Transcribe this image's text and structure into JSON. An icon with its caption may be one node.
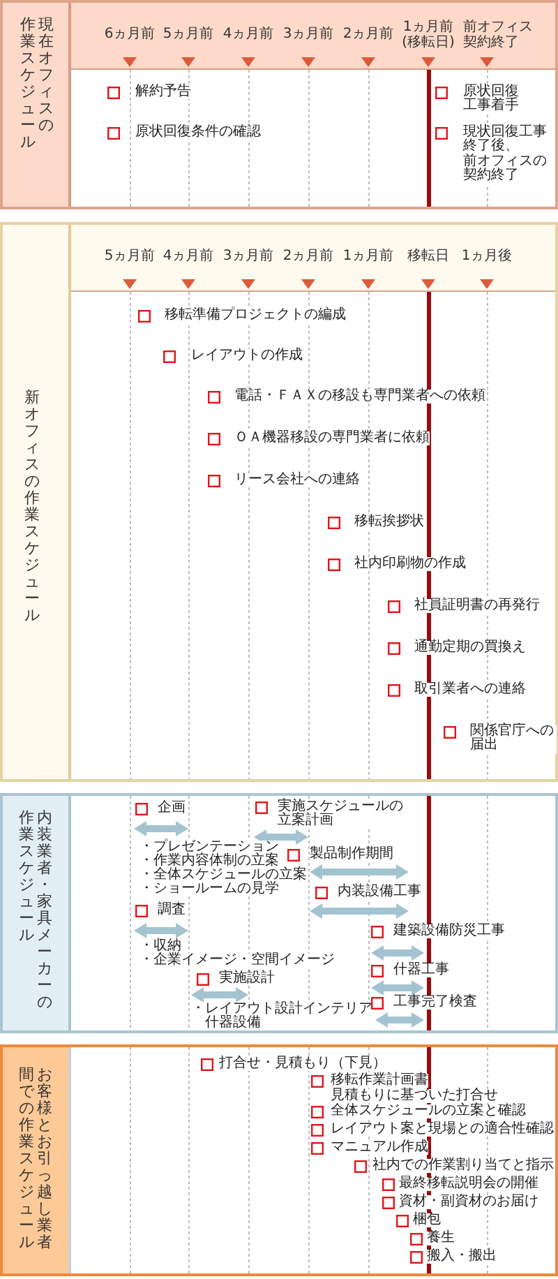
{
  "diagram": {
    "nodes": [
      {
        "text": [
          "現在オフィスの作業スケジュール",
          "解約予告",
          "原状回復工事着手",
          "原状回復条件の確認",
          "現状回復工事終了後、",
          "前オフィスの契約終了"
        ]
      },
      {
        "text": [
          "6ヵ月前",
          "5ヵ月前",
          "4ヵ月前",
          "3ヵ月前",
          "2ヵ月前",
          "1ヵ月前(移転日)",
          "前オフィス契約終了"
        ],
        "in": 0
      },
      {
        "text": [
          "新オフィスの作業スケジュール",
          "移転準備プロジェクトの編成",
          "レイアウトの作成",
          "電話・ＦＡＸの移設も専門業者への依頼",
          "ＯＡ機器移設の専門業者に依頼",
          "リース会社への連絡",
          "移転挨拶状",
          "社内印刷物の作成",
          "社員証明書の再発行",
          "通勤定期の買換え",
          "取引業者への連絡",
          "関係官庁への届出"
        ]
      },
      {
        "text": [
          "5ヵ月前",
          "4ヵ月前",
          "3ヵ月前",
          "2ヵ月前",
          "1ヵ月前",
          "移転日",
          "1ヵ月後"
        ],
        "in": 2
      },
      {
        "text": [
          "内装業者・家具メーカーの作業スケジュール",
          "企画",
          "実施スケジュールの立案計画",
          "・プレゼンテーション",
          "・作業内容体制の立案",
          "・全体スケジュールの立案",
          "・ショールームの見学",
          "製品制作期間",
          "内装設備工事",
          "調査",
          "・収納",
          "・企業イメージ・空間イメージ",
          "建築設備防災工事",
          "什器工事",
          "実施設計",
          "・レイアウト設計インテリア什器設備",
          "工事完了検査"
        ]
      },
      {
        "text": [
          "お客様とお引っ越し業者間での作業スケジュール",
          "打合せ・見積もり（下見）",
          "移転作業計画書",
          "見積もりに基づいた打合せ",
          "全体スケジュールの立案と確認",
          "レイアウト案と現場との適合性確認",
          "マニュアル作成",
          "社内での作業割り当てと指示",
          "最終移転説明会の開催",
          "資材・副資材のお届け",
          "梱包",
          "養生",
          "搬入・搬出"
        ]
      }
    ]
  }
}
